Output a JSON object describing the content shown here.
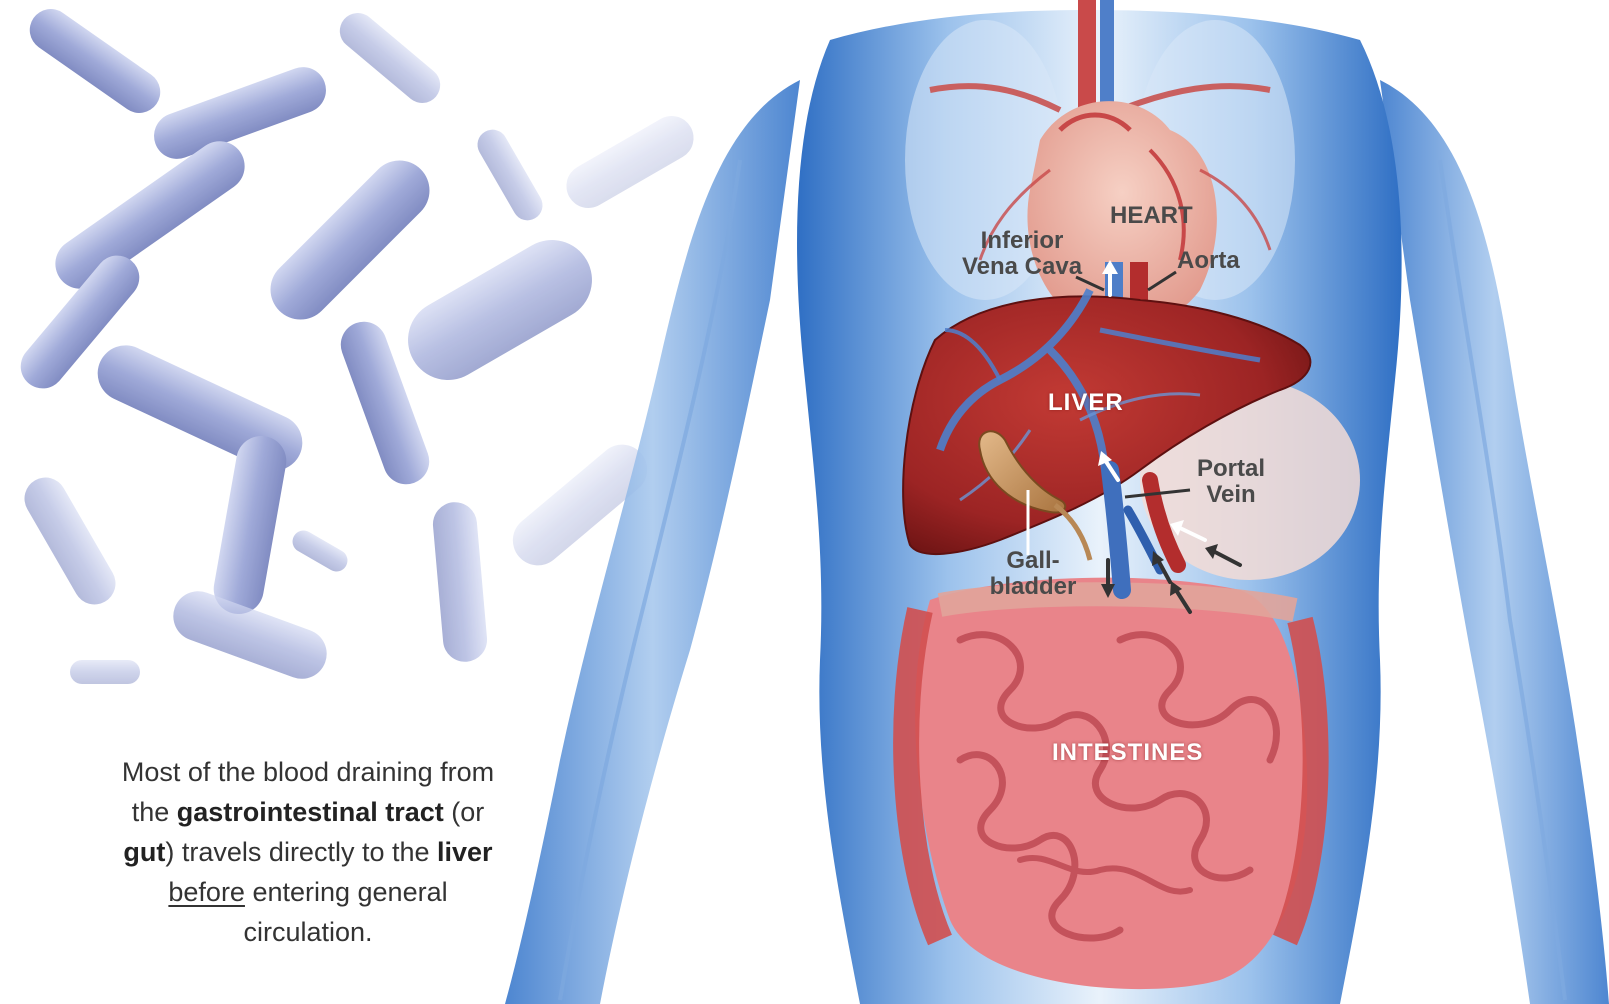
{
  "labels": {
    "heart": "HEART",
    "inferior_vena_cava_line1": "Inferior",
    "inferior_vena_cava_line2": "Vena Cava",
    "aorta": "Aorta",
    "liver": "LIVER",
    "portal_vein_line1": "Portal",
    "portal_vein_line2": "Vein",
    "gallbladder_line1": "Gall-",
    "gallbladder_line2": "bladder",
    "intestines": "INTESTINES"
  },
  "caption": {
    "t1": "Most of the blood draining from the ",
    "b1": "gastrointestinal tract",
    "t2": " (or ",
    "b2": "gut",
    "t3": ") travels directly to the ",
    "b3": "liver",
    "t4": " ",
    "u1": "before",
    "t5": " entering general circulation."
  },
  "colors": {
    "body_blue": "#5b8fd6",
    "liver_red": "#9c2424",
    "intestine_pink": "#e9848a",
    "bacteria": "#8e9ad0"
  }
}
